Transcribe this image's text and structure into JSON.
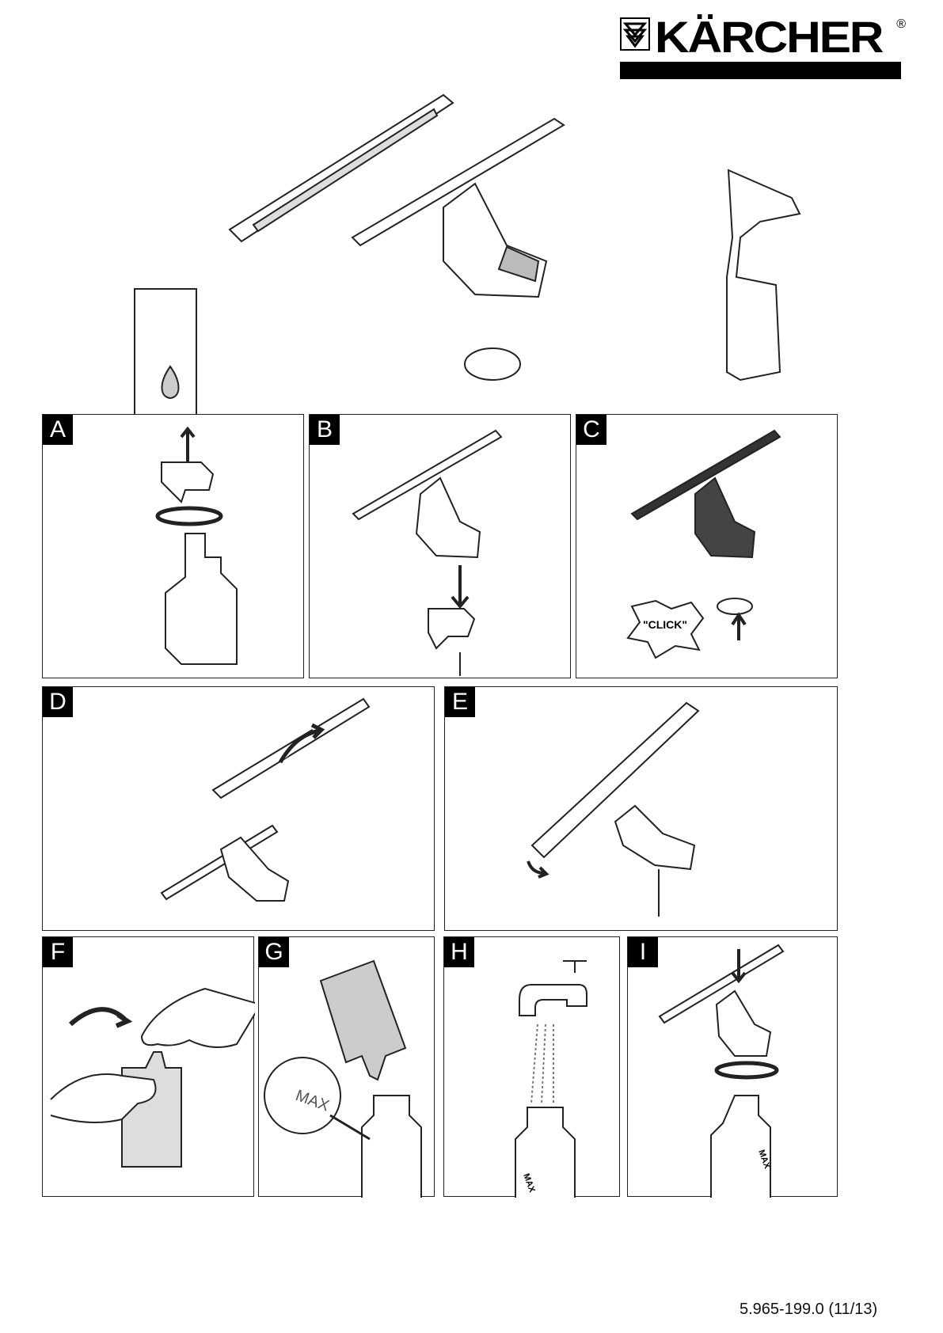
{
  "brand": {
    "name": "KÄRCHER",
    "registered": "®"
  },
  "panels": [
    {
      "label": "A"
    },
    {
      "label": "B"
    },
    {
      "label": "C",
      "callout": "\"CLICK\""
    },
    {
      "label": "D"
    },
    {
      "label": "E"
    },
    {
      "label": "F"
    },
    {
      "label": "G",
      "marking": "MAX"
    },
    {
      "label": "H"
    },
    {
      "label": "I"
    }
  ],
  "bottle_marking": "MAX",
  "footer": {
    "doc_number": "5.965-199.0 (11/13)"
  }
}
